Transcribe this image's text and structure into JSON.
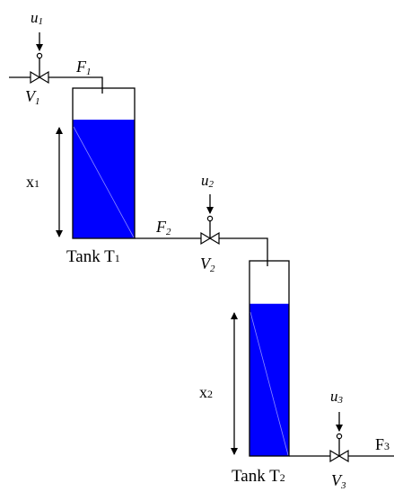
{
  "colors": {
    "water": "#0000ff",
    "line": "#000000",
    "background": "#ffffff"
  },
  "inputs": {
    "u1": {
      "main": "u",
      "sub": "1"
    },
    "u2": {
      "main": "u",
      "sub": "2"
    },
    "u3": {
      "main": "u",
      "sub": "3"
    }
  },
  "flows": {
    "F1": {
      "main": "F",
      "sub": "1"
    },
    "F2": {
      "main": "F",
      "sub": "2"
    },
    "F3": {
      "main": "F",
      "sub": "3"
    }
  },
  "valves": {
    "V1": {
      "main": "V",
      "sub": "1"
    },
    "V2": {
      "main": "V",
      "sub": "2"
    },
    "V3": {
      "main": "V",
      "sub": "3"
    }
  },
  "levels": {
    "x1": {
      "main": "x",
      "sub": "1"
    },
    "x2": {
      "main": "x",
      "sub": "2"
    }
  },
  "tanks": {
    "T1": {
      "main": "Tank T",
      "sub": "1",
      "fill_fraction": 0.79
    },
    "T2": {
      "main": "Tank T",
      "sub": "2",
      "fill_fraction": 0.78
    }
  }
}
